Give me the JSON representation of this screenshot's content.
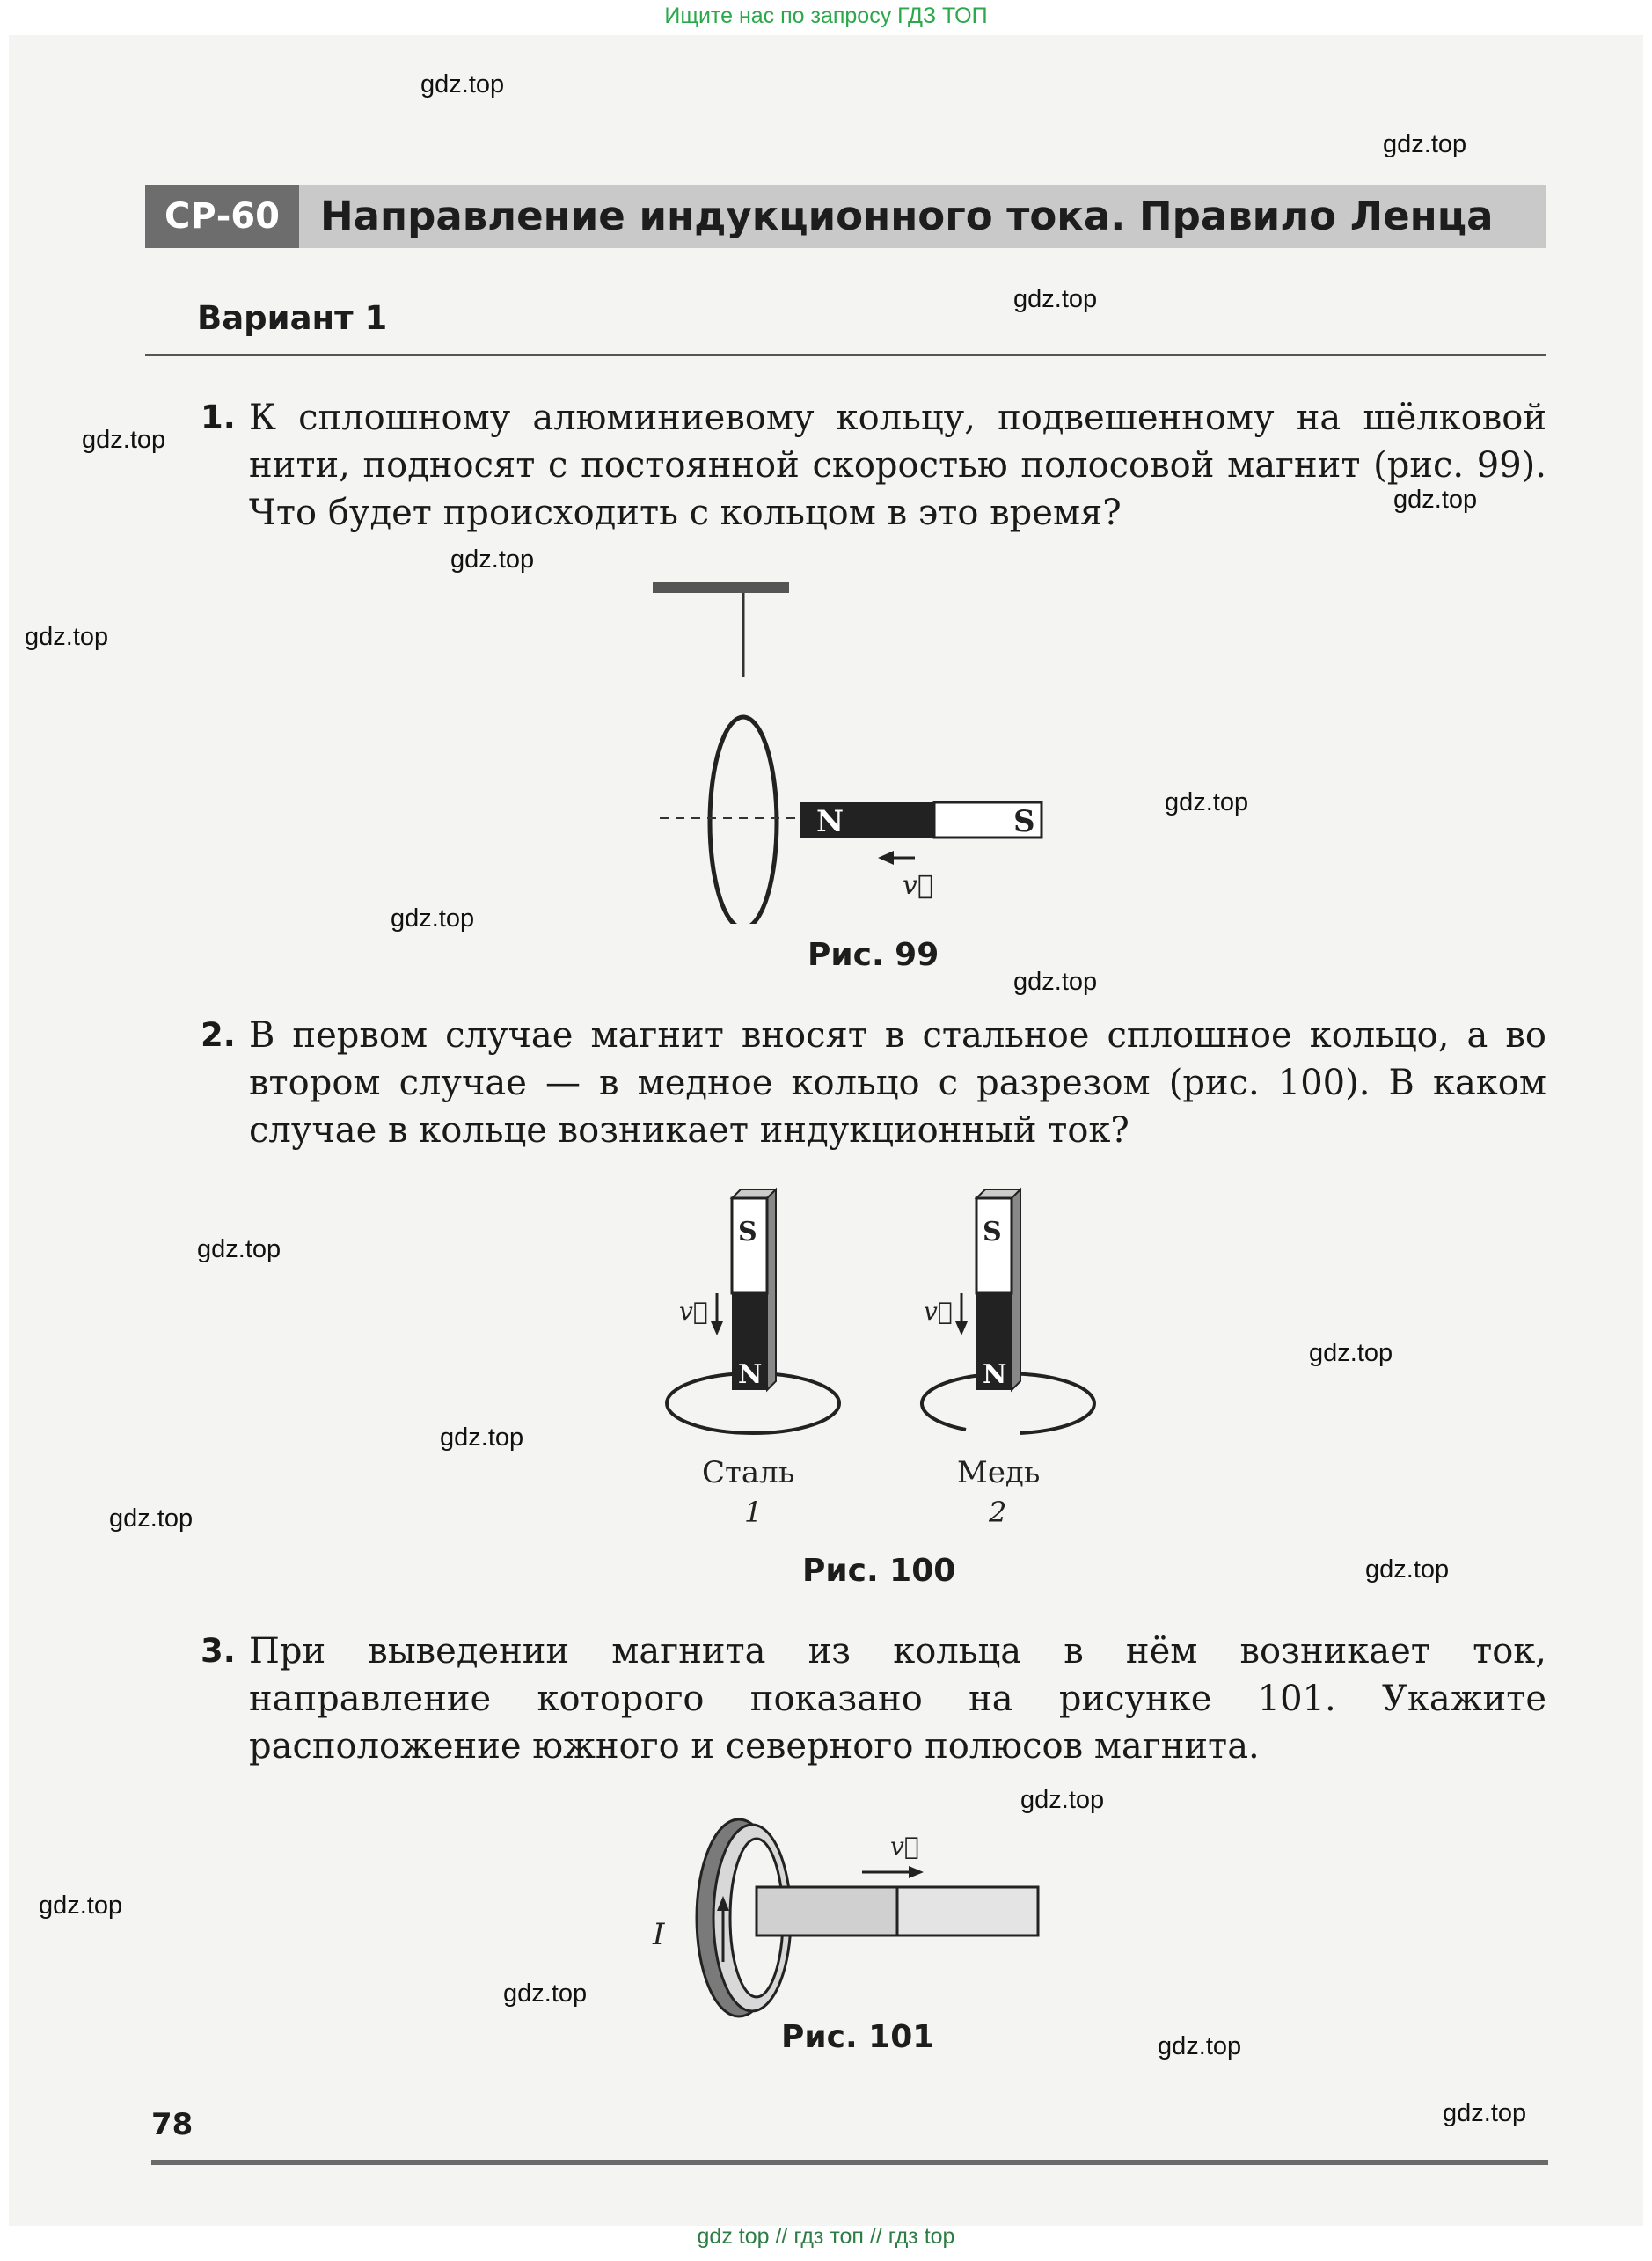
{
  "banner_top": "Ищите нас по запросу ГДЗ ТОП",
  "banner_bottom": "gdz top  //  гдз топ  //  гдз top",
  "watermark": "gdz.top",
  "header": {
    "code": "СР-60",
    "title": "Направление индукционного тока. Правило Ленца"
  },
  "variant": "Вариант 1",
  "tasks": [
    {
      "number": "1.",
      "text": "К сплошному алюминиевому кольцу, подвешенному на шёлковой нити, подносят с постоянной скоростью полосовой магнит (рис. 99). Что будет происходить с кольцом в это время?"
    },
    {
      "number": "2.",
      "text": "В первом случае магнит вносят в стальное сплошное кольцо, а во втором случае — в медное кольцо с разрезом (рис. 100). В каком случае в кольце возникает индукционный ток?"
    },
    {
      "number": "3.",
      "text": "При выведении магнита из кольца в нём возникает ток, направление которого показано на рисунке 101. Укажите расположение южного и северного полюсов магнита."
    }
  ],
  "figures": {
    "fig99": {
      "caption": "Рис. 99",
      "pole_n": "N",
      "pole_s": "S",
      "velocity": "v⃗"
    },
    "fig100": {
      "caption": "Рис. 100",
      "pole_n": "N",
      "pole_s": "S",
      "velocity": "v⃗",
      "left_label": "Сталь",
      "left_num": "1",
      "right_label": "Медь",
      "right_num": "2"
    },
    "fig101": {
      "caption": "Рис. 101",
      "current": "I",
      "velocity": "v⃗"
    }
  },
  "page_number": "78"
}
